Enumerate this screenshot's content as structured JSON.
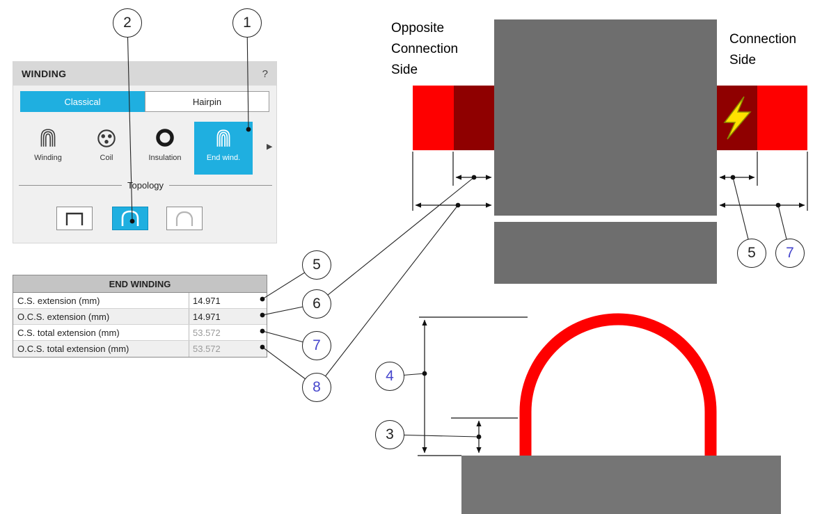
{
  "colors": {
    "accent_cyan": "#1FAFE0",
    "bright_red": "#FE0000",
    "dark_red": "#8F0000",
    "stator_gray": "#6E6E6E",
    "base_gray": "#757575",
    "bolt_yellow": "#FFE000",
    "callout_blue": "#4545CC",
    "muted_value_gray": "#9A9A9A"
  },
  "panel": {
    "title": "WINDING",
    "help": "?",
    "tabs": [
      {
        "label": "Classical",
        "active": true
      },
      {
        "label": "Hairpin",
        "active": false
      }
    ],
    "toolbar": {
      "items": [
        {
          "label": "Winding",
          "icon": "winding-icon",
          "active": false
        },
        {
          "label": "Coil",
          "icon": "coil-icon",
          "active": false
        },
        {
          "label": "Insulation",
          "icon": "insulation-icon",
          "active": false
        },
        {
          "label": "End wind.",
          "icon": "end-winding-icon",
          "active": true
        }
      ],
      "more_arrow": "▶"
    },
    "topology": {
      "label": "Topology",
      "options": [
        {
          "name": "square-end-winding",
          "selected": false
        },
        {
          "name": "round-end-winding",
          "selected": true
        },
        {
          "name": "pointed-end-winding",
          "selected": false
        }
      ]
    }
  },
  "table": {
    "title": "END WINDING",
    "rows": [
      {
        "label": "C.S. extension (mm)",
        "value": "14.971",
        "muted": false
      },
      {
        "label": "O.C.S. extension (mm)",
        "value": "14.971",
        "muted": false
      },
      {
        "label": "C.S. total extension (mm)",
        "value": "53.572",
        "muted": true
      },
      {
        "label": "O.C.S. total extension (mm)",
        "value": "53.572",
        "muted": true
      }
    ]
  },
  "diagram": {
    "opposite_side_label": "Opposite Connection Side",
    "connection_side_label": "Connection Side"
  },
  "callouts": [
    {
      "number": "1",
      "color": "black"
    },
    {
      "number": "2",
      "color": "black"
    },
    {
      "number": "3",
      "color": "black"
    },
    {
      "number": "4",
      "color": "blue"
    },
    {
      "number": "5",
      "color": "black"
    },
    {
      "number": "6",
      "color": "black"
    },
    {
      "number": "7",
      "color": "blue"
    },
    {
      "number": "8",
      "color": "blue"
    },
    {
      "number": "5",
      "color": "black"
    },
    {
      "number": "7",
      "color": "blue"
    }
  ]
}
